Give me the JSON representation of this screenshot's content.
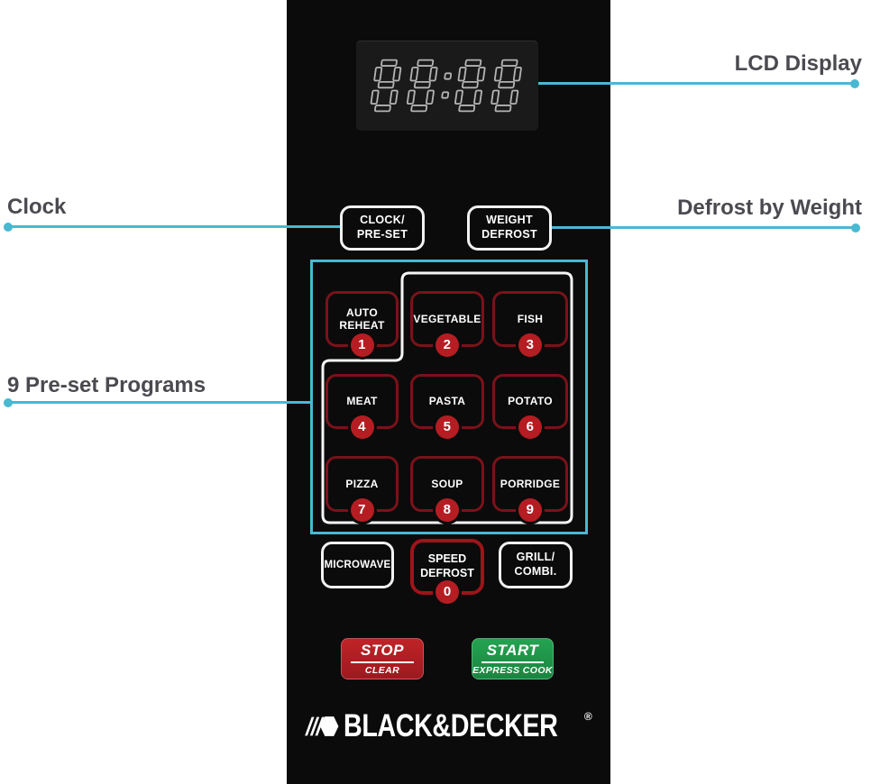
{
  "callouts": {
    "lcd": "LCD Display",
    "clock": "Clock",
    "defrost_by_weight": "Defrost by Weight",
    "presets": "9 Pre-set Programs"
  },
  "display": {
    "value": "88:88"
  },
  "top_buttons": {
    "clock_preset": {
      "line1": "CLOCK/",
      "line2": "PRE-SET"
    },
    "weight_defrost": {
      "line1": "WEIGHT",
      "line2": "DEFROST"
    }
  },
  "presets": [
    {
      "line1": "AUTO",
      "line2": "REHEAT",
      "number": "1"
    },
    {
      "line1": "VEGETABLE",
      "number": "2"
    },
    {
      "line1": "FISH",
      "number": "3"
    },
    {
      "line1": "MEAT",
      "number": "4"
    },
    {
      "line1": "PASTA",
      "number": "5"
    },
    {
      "line1": "POTATO",
      "number": "6"
    },
    {
      "line1": "PIZZA",
      "number": "7"
    },
    {
      "line1": "SOUP",
      "number": "8"
    },
    {
      "line1": "PORRIDGE",
      "number": "9"
    }
  ],
  "mode_buttons": {
    "microwave": {
      "line1": "MICROWAVE"
    },
    "speed_defrost": {
      "line1": "SPEED",
      "line2": "DEFROST",
      "number": "0"
    },
    "grill_combi": {
      "line1": "GRILL/",
      "line2": "COMBI."
    }
  },
  "action_buttons": {
    "stop": {
      "label": "STOP",
      "sub": "CLEAR"
    },
    "start": {
      "label": "START",
      "sub": "EXPRESS COOK"
    }
  },
  "brand": {
    "text": "BLACK&DECKER",
    "registered": "®"
  },
  "colors": {
    "accent_cyan": "#49b8d1",
    "callout_text": "#4a4a50",
    "panel_black": "#0b0b0b",
    "preset_border_red": "#7a121a",
    "speed_border_red": "#9e141b",
    "badge_red": "#b51d22",
    "stop_red": "#ae2026",
    "start_green": "#1f9449",
    "lcd_digit_gray": "#b4b4b4",
    "button_outline_white": "#f2f2f2"
  }
}
